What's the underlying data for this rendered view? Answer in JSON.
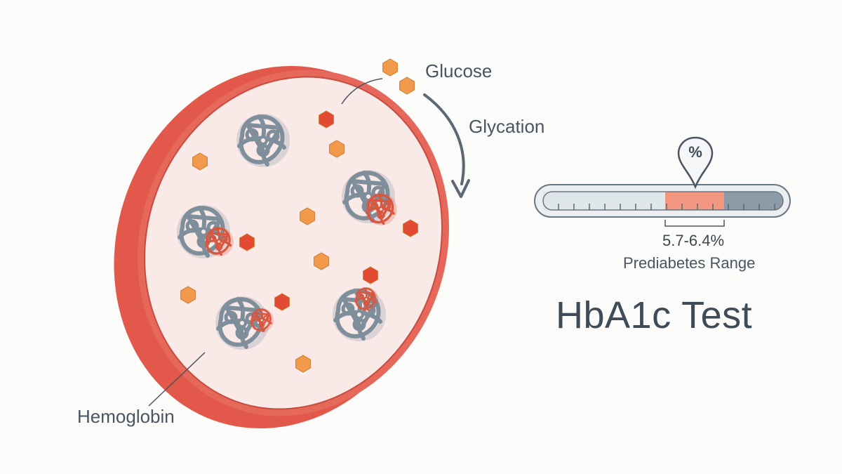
{
  "labels": {
    "glucose": "Glucose",
    "glycation": "Glycation",
    "hemoglobin": "Hemoglobin",
    "range_value": "5.7-6.4%",
    "range_name": "Prediabetes Range",
    "pin_symbol": "%",
    "title": "HbA1c Test"
  },
  "colors": {
    "cell_rim": "#e2584a",
    "cell_inner": "#f9e9e7",
    "hemoglobin": "#7f8e9b",
    "glycated": "#d9573f",
    "glucose": "#f29a4b",
    "glucose_bound": "#e24b32",
    "scale_normal": "#dfe6ea",
    "scale_prediabetes": "#f29680",
    "scale_diabetes": "#8c9ba7",
    "text": "#4a5560"
  },
  "icons": {
    "pin": "location-pin-icon",
    "arrow": "curved-arrow-icon",
    "glucose": "hexagon-icon"
  }
}
